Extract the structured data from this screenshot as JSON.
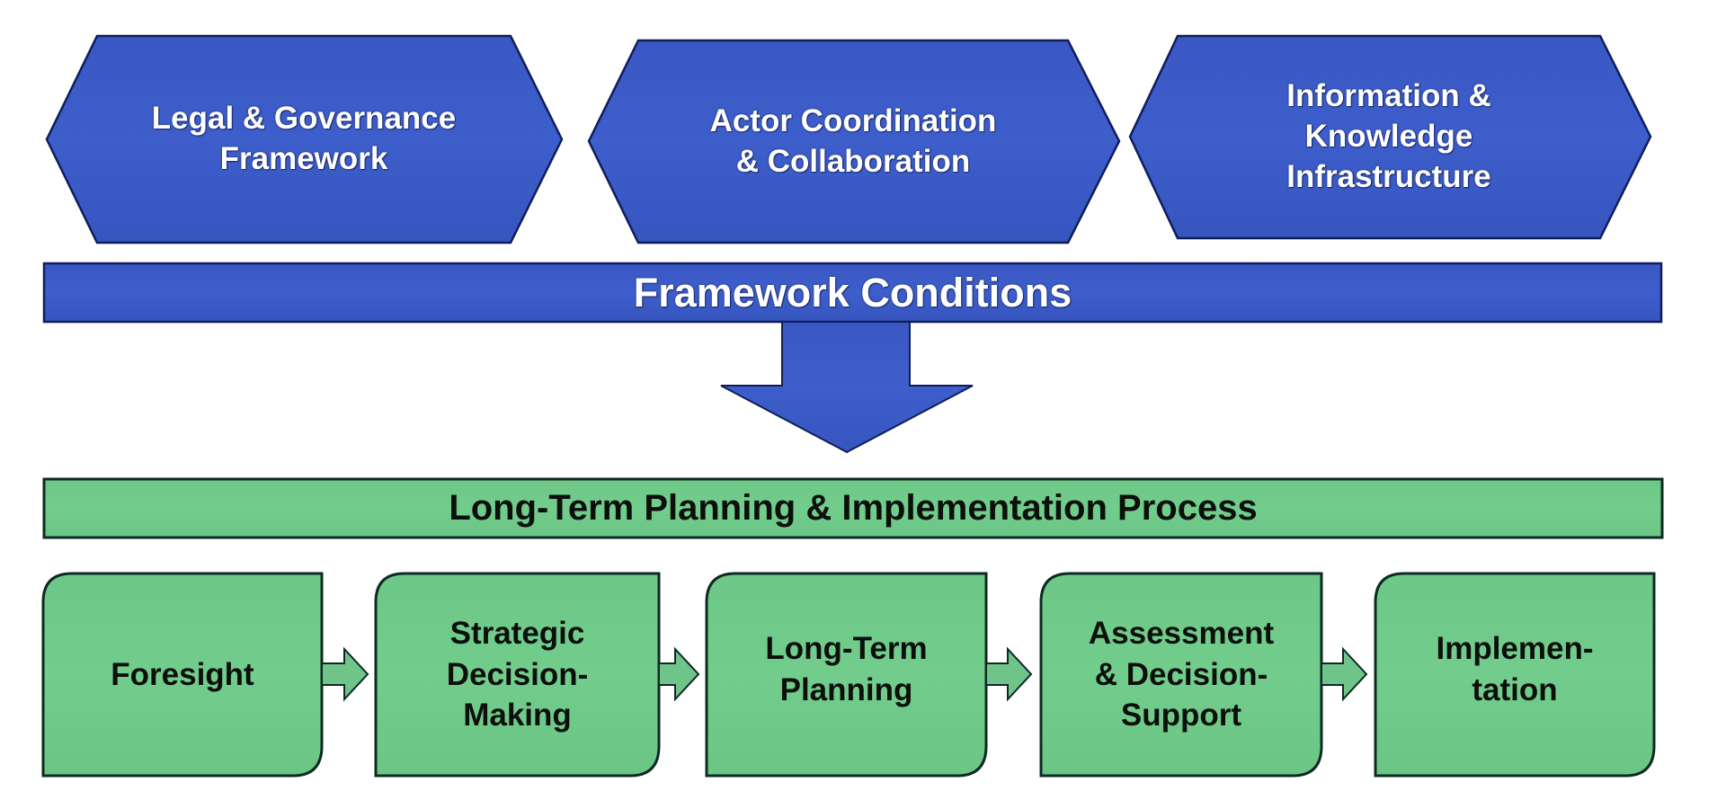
{
  "colors": {
    "blue_fill": "#3B5BC8",
    "blue_stroke": "#0F1E5A",
    "green_fill": "#6FCB8A",
    "green_stroke": "#0E2A22",
    "text_on_blue": "#FFFFFF",
    "text_on_green": "#0C0F0C"
  },
  "framework": {
    "pillars": [
      {
        "label": "Legal & Governance\nFramework"
      },
      {
        "label": "Actor Coordination\n& Collaboration"
      },
      {
        "label": "Information &\nKnowledge\nInfrastructure"
      }
    ],
    "bar_label": "Framework Conditions"
  },
  "process": {
    "bar_label": "Long-Term Planning & Implementation Process",
    "steps": [
      {
        "label": "Foresight"
      },
      {
        "label": "Strategic\nDecision-\nMaking"
      },
      {
        "label": "Long-Term\nPlanning"
      },
      {
        "label": "Assessment\n& Decision-\nSupport"
      },
      {
        "label": "Implemen-\ntation"
      }
    ]
  }
}
